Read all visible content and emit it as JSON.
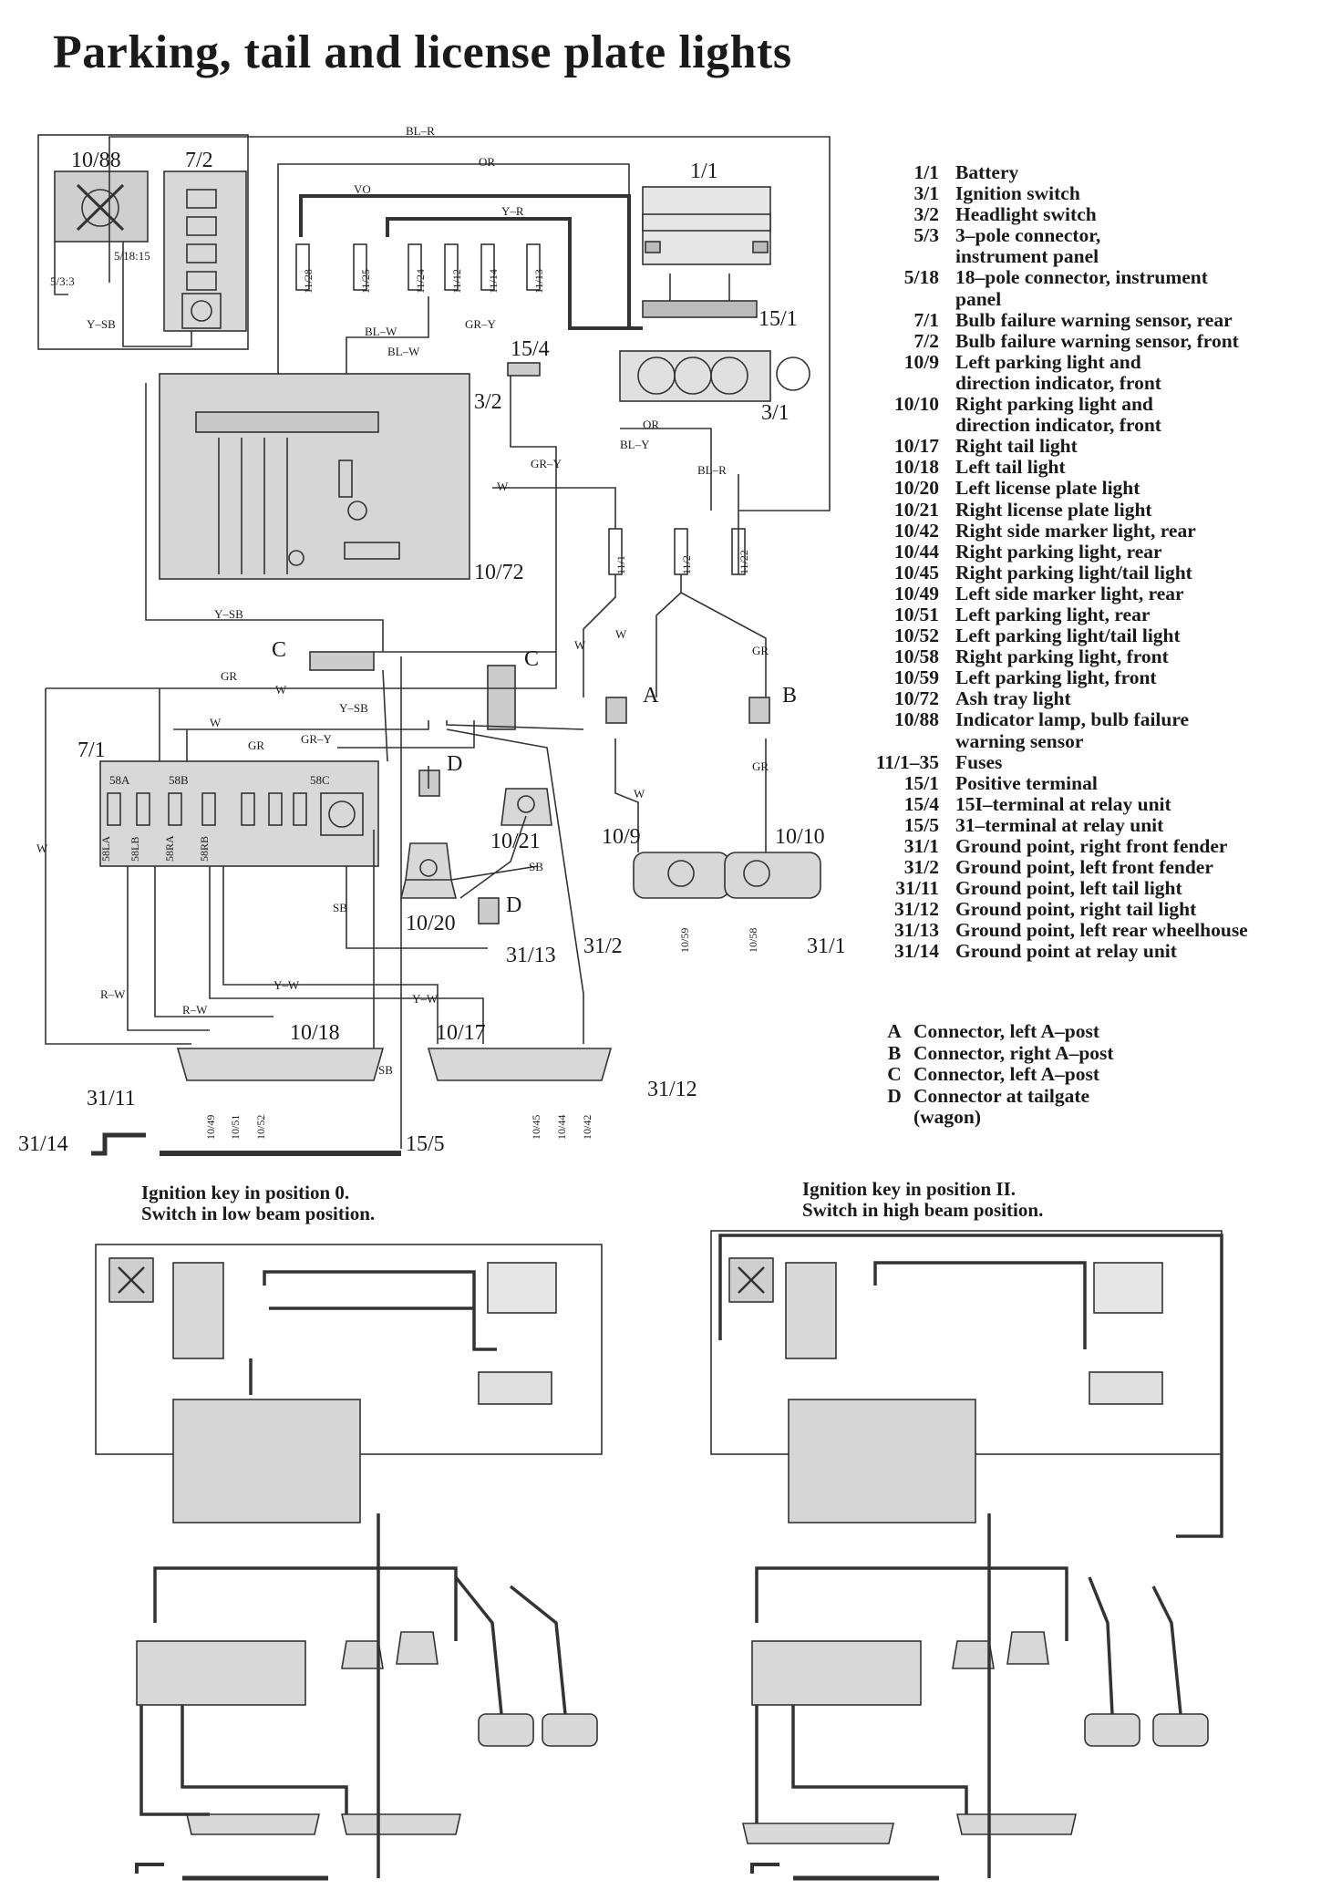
{
  "title": "Parking, tail and license plate lights",
  "legend": [
    {
      "code": "1/1",
      "desc": "Battery"
    },
    {
      "code": "3/1",
      "desc": "Ignition switch"
    },
    {
      "code": "3/2",
      "desc": "Headlight switch"
    },
    {
      "code": "5/3",
      "desc": "3–pole connector,"
    },
    {
      "code": "",
      "desc": "instrument panel"
    },
    {
      "code": "5/18",
      "desc": "18–pole connector, instrument"
    },
    {
      "code": "",
      "desc": "panel"
    },
    {
      "code": "7/1",
      "desc": "Bulb failure warning sensor, rear"
    },
    {
      "code": "7/2",
      "desc": "Bulb failure warning sensor, front"
    },
    {
      "code": "10/9",
      "desc": "Left parking light and"
    },
    {
      "code": "",
      "desc": "direction indicator, front"
    },
    {
      "code": "10/10",
      "desc": "Right parking light and"
    },
    {
      "code": "",
      "desc": "direction indicator, front"
    },
    {
      "code": "10/17",
      "desc": "Right tail light"
    },
    {
      "code": "10/18",
      "desc": "Left tail light"
    },
    {
      "code": "10/20",
      "desc": "Left license plate light"
    },
    {
      "code": "10/21",
      "desc": "Right license plate light"
    },
    {
      "code": "10/42",
      "desc": "Right side marker light, rear"
    },
    {
      "code": "10/44",
      "desc": "Right parking light, rear"
    },
    {
      "code": "10/45",
      "desc": "Right parking light/tail light"
    },
    {
      "code": "10/49",
      "desc": "Left side marker light, rear"
    },
    {
      "code": "10/51",
      "desc": "Left parking light, rear"
    },
    {
      "code": "10/52",
      "desc": "Left parking light/tail light"
    },
    {
      "code": "10/58",
      "desc": "Right parking light, front"
    },
    {
      "code": "10/59",
      "desc": "Left parking light, front"
    },
    {
      "code": "10/72",
      "desc": "Ash tray light"
    },
    {
      "code": "10/88",
      "desc": "Indicator lamp, bulb failure"
    },
    {
      "code": "",
      "desc": "warning sensor"
    },
    {
      "code": "11/1–35",
      "desc": "Fuses"
    },
    {
      "code": "15/1",
      "desc": "Positive terminal"
    },
    {
      "code": "15/4",
      "desc": "15I–terminal at relay unit"
    },
    {
      "code": "15/5",
      "desc": "31–terminal at relay unit"
    },
    {
      "code": "31/1",
      "desc": "Ground point, right front fender"
    },
    {
      "code": "31/2",
      "desc": "Ground point, left front fender"
    },
    {
      "code": "31/11",
      "desc": "Ground point, left tail light"
    },
    {
      "code": "31/12",
      "desc": "Ground point, right tail light"
    },
    {
      "code": "31/13",
      "desc": "Ground point, left rear wheelhouse"
    },
    {
      "code": "31/14",
      "desc": "Ground point at relay unit"
    }
  ],
  "connectors": [
    {
      "code": "A",
      "desc": "Connector, left A–post"
    },
    {
      "code": "B",
      "desc": "Connector, right A–post"
    },
    {
      "code": "C",
      "desc": "Connector, left A–post"
    },
    {
      "code": "D",
      "desc": "Connector at tailgate"
    },
    {
      "code": "",
      "desc": "(wagon)"
    }
  ],
  "captions": {
    "left_l1": "Ignition key in position 0.",
    "left_l2": "Switch in low beam position.",
    "right_l1": "Ignition key in position II.",
    "right_l2": "Switch in high beam position."
  },
  "labels": {
    "c1088": "10/88",
    "c72": "7/2",
    "c11": "1/1",
    "c151": "15/1",
    "c154": "15/4",
    "c32": "3/2",
    "c31": "3/1",
    "c1072": "10/72",
    "c71": "7/1",
    "c109": "10/9",
    "c1010": "10/10",
    "c1020": "10/20",
    "c1021": "10/21",
    "c1018": "10/18",
    "c1017": "10/17",
    "c3111": "31/11",
    "c3112": "31/12",
    "c3113": "31/13",
    "c312": "31/2",
    "c311": "31/1",
    "c3114": "31/14",
    "c155": "15/5",
    "w_blr": "BL–R",
    "w_or": "OR",
    "w_vo": "VO",
    "w_yr": "Y–R",
    "w_ysb": "Y–SB",
    "w_blw": "BL–W",
    "w_gry": "GR–Y",
    "w_bly": "BL–Y",
    "w_w": "W",
    "w_gr": "GR",
    "w_sb": "SB",
    "w_yw": "Y–W",
    "w_rw": "R–W",
    "conA": "A",
    "conB": "B",
    "conC": "C",
    "conD": "D",
    "f1128": "11/28",
    "f1125": "11/25",
    "f1124": "11/24",
    "f1112": "11/12",
    "f1114": "11/14",
    "f1113": "11/13",
    "f111": "11/1",
    "f112": "11/2",
    "f1122": "11/22",
    "p533": "5/3:3",
    "p51815": "5/18:15",
    "t58A": "58A",
    "t58B": "58B",
    "t58C": "58C",
    "t58LA": "58LA",
    "t58LB": "58LB",
    "t58RA": "58RA",
    "t58RB": "58RB",
    "m1049": "10/49",
    "m1051": "10/51",
    "m1052": "10/52",
    "m1045": "10/45",
    "m1044": "10/44",
    "m1042": "10/42",
    "m1059": "10/59",
    "m1058": "10/58"
  }
}
